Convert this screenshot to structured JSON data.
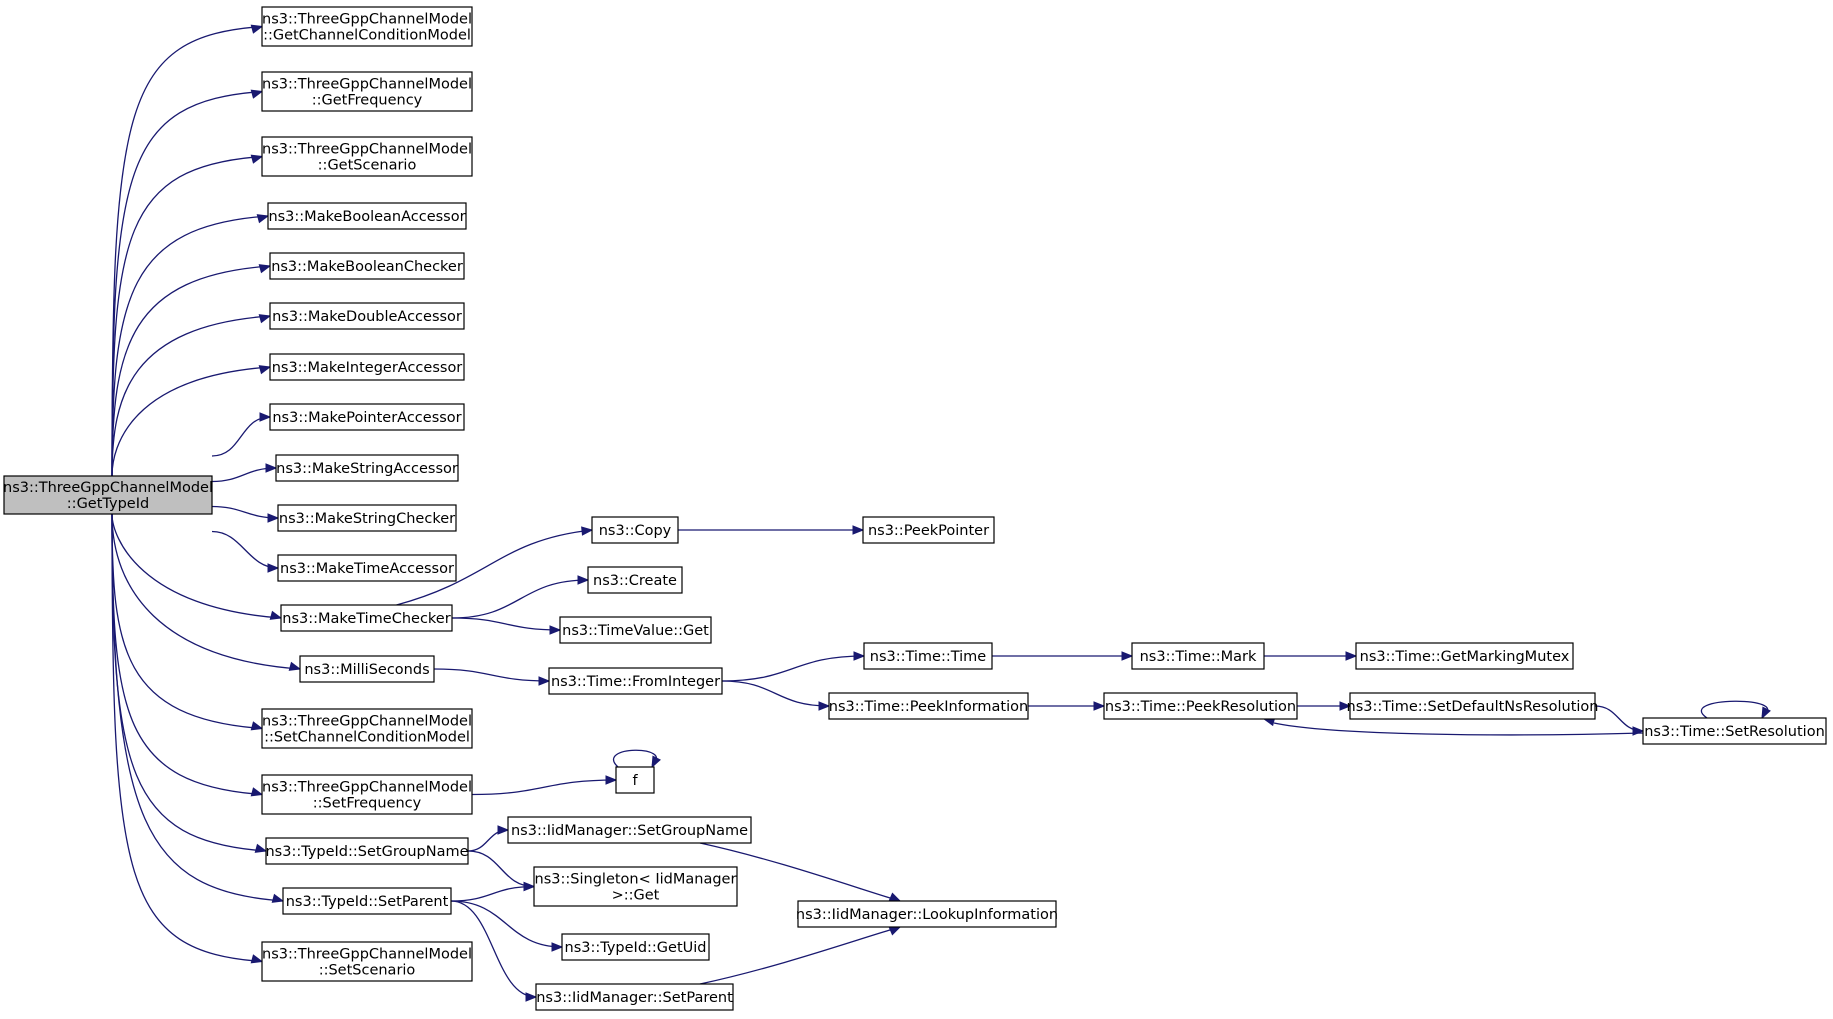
{
  "graph": {
    "nodes": [
      {
        "id": "root",
        "lines": [
          "ns3::ThreeGppChannelModel",
          "::GetTypeId"
        ]
      },
      {
        "id": "getChannelConditionModel",
        "lines": [
          "ns3::ThreeGppChannelModel",
          "::GetChannelConditionModel"
        ]
      },
      {
        "id": "getFrequency",
        "lines": [
          "ns3::ThreeGppChannelModel",
          "::GetFrequency"
        ]
      },
      {
        "id": "getScenario",
        "lines": [
          "ns3::ThreeGppChannelModel",
          "::GetScenario"
        ]
      },
      {
        "id": "makeBooleanAccessor",
        "lines": [
          "ns3::MakeBooleanAccessor"
        ]
      },
      {
        "id": "makeBooleanChecker",
        "lines": [
          "ns3::MakeBooleanChecker"
        ]
      },
      {
        "id": "makeDoubleAccessor",
        "lines": [
          "ns3::MakeDoubleAccessor"
        ]
      },
      {
        "id": "makeIntegerAccessor",
        "lines": [
          "ns3::MakeIntegerAccessor"
        ]
      },
      {
        "id": "makePointerAccessor",
        "lines": [
          "ns3::MakePointerAccessor"
        ]
      },
      {
        "id": "makeStringAccessor",
        "lines": [
          "ns3::MakeStringAccessor"
        ]
      },
      {
        "id": "makeStringChecker",
        "lines": [
          "ns3::MakeStringChecker"
        ]
      },
      {
        "id": "makeTimeAccessor",
        "lines": [
          "ns3::MakeTimeAccessor"
        ]
      },
      {
        "id": "makeTimeChecker",
        "lines": [
          "ns3::MakeTimeChecker"
        ]
      },
      {
        "id": "milliSeconds",
        "lines": [
          "ns3::MilliSeconds"
        ]
      },
      {
        "id": "setChannelConditionModel",
        "lines": [
          "ns3::ThreeGppChannelModel",
          "::SetChannelConditionModel"
        ]
      },
      {
        "id": "setFrequency",
        "lines": [
          "ns3::ThreeGppChannelModel",
          "::SetFrequency"
        ]
      },
      {
        "id": "setGroupName",
        "lines": [
          "ns3::TypeId::SetGroupName"
        ]
      },
      {
        "id": "setParent",
        "lines": [
          "ns3::TypeId::SetParent"
        ]
      },
      {
        "id": "setScenario",
        "lines": [
          "ns3::ThreeGppChannelModel",
          "::SetScenario"
        ]
      },
      {
        "id": "copy",
        "lines": [
          "ns3::Copy"
        ]
      },
      {
        "id": "peekPointer",
        "lines": [
          "ns3::PeekPointer"
        ]
      },
      {
        "id": "create",
        "lines": [
          "ns3::Create"
        ]
      },
      {
        "id": "timeValueGet",
        "lines": [
          "ns3::TimeValue::Get"
        ]
      },
      {
        "id": "fromInteger",
        "lines": [
          "ns3::Time::FromInteger"
        ]
      },
      {
        "id": "timeTime",
        "lines": [
          "ns3::Time::Time"
        ]
      },
      {
        "id": "timeMark",
        "lines": [
          "ns3::Time::Mark"
        ]
      },
      {
        "id": "getMarkingMutex",
        "lines": [
          "ns3::Time::GetMarkingMutex"
        ]
      },
      {
        "id": "peekInformation",
        "lines": [
          "ns3::Time::PeekInformation"
        ]
      },
      {
        "id": "peekResolution",
        "lines": [
          "ns3::Time::PeekResolution"
        ]
      },
      {
        "id": "setDefaultNsResolution",
        "lines": [
          "ns3::Time::SetDefaultNsResolution"
        ]
      },
      {
        "id": "setResolution",
        "lines": [
          "ns3::Time::SetResolution"
        ]
      },
      {
        "id": "f",
        "lines": [
          "f"
        ]
      },
      {
        "id": "iidSetGroupName",
        "lines": [
          "ns3::IidManager::SetGroupName"
        ]
      },
      {
        "id": "singletonGet",
        "lines": [
          "ns3::Singleton< IidManager",
          ">::Get"
        ]
      },
      {
        "id": "lookupInformation",
        "lines": [
          "ns3::IidManager::LookupInformation"
        ]
      },
      {
        "id": "getUid",
        "lines": [
          "ns3::TypeId::GetUid"
        ]
      },
      {
        "id": "iidSetParent",
        "lines": [
          "ns3::IidManager::SetParent"
        ]
      }
    ],
    "edges": [
      [
        "root",
        "getChannelConditionModel"
      ],
      [
        "root",
        "getFrequency"
      ],
      [
        "root",
        "getScenario"
      ],
      [
        "root",
        "makeBooleanAccessor"
      ],
      [
        "root",
        "makeBooleanChecker"
      ],
      [
        "root",
        "makeDoubleAccessor"
      ],
      [
        "root",
        "makeIntegerAccessor"
      ],
      [
        "root",
        "makePointerAccessor"
      ],
      [
        "root",
        "makeStringAccessor"
      ],
      [
        "root",
        "makeStringChecker"
      ],
      [
        "root",
        "makeTimeAccessor"
      ],
      [
        "root",
        "makeTimeChecker"
      ],
      [
        "root",
        "milliSeconds"
      ],
      [
        "root",
        "setChannelConditionModel"
      ],
      [
        "root",
        "setFrequency"
      ],
      [
        "root",
        "setGroupName"
      ],
      [
        "root",
        "setParent"
      ],
      [
        "root",
        "setScenario"
      ],
      [
        "makeTimeChecker",
        "copy"
      ],
      [
        "makeTimeChecker",
        "create"
      ],
      [
        "makeTimeChecker",
        "timeValueGet"
      ],
      [
        "copy",
        "peekPointer"
      ],
      [
        "milliSeconds",
        "fromInteger"
      ],
      [
        "fromInteger",
        "timeTime"
      ],
      [
        "fromInteger",
        "peekInformation"
      ],
      [
        "timeTime",
        "timeMark"
      ],
      [
        "timeMark",
        "getMarkingMutex"
      ],
      [
        "peekInformation",
        "peekResolution"
      ],
      [
        "peekResolution",
        "setDefaultNsResolution"
      ],
      [
        "setDefaultNsResolution",
        "setResolution"
      ],
      [
        "setResolution",
        "peekResolution"
      ],
      [
        "setResolution",
        "setResolution"
      ],
      [
        "setFrequency",
        "f"
      ],
      [
        "f",
        "f"
      ],
      [
        "setGroupName",
        "iidSetGroupName"
      ],
      [
        "setGroupName",
        "singletonGet"
      ],
      [
        "iidSetGroupName",
        "lookupInformation"
      ],
      [
        "setParent",
        "singletonGet"
      ],
      [
        "setParent",
        "getUid"
      ],
      [
        "setParent",
        "iidSetParent"
      ],
      [
        "iidSetParent",
        "lookupInformation"
      ]
    ]
  }
}
